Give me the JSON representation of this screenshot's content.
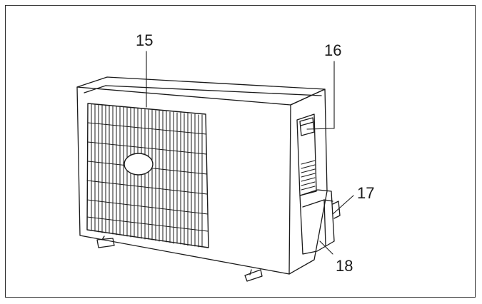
{
  "labels": {
    "fan_guard": "15",
    "stop_valves_cover": "16",
    "drain_outlet": "17",
    "piping_cover": "18"
  },
  "colors": {
    "line": "#1a1a1a",
    "frame": "#2b2b2b",
    "background": "#ffffff"
  }
}
